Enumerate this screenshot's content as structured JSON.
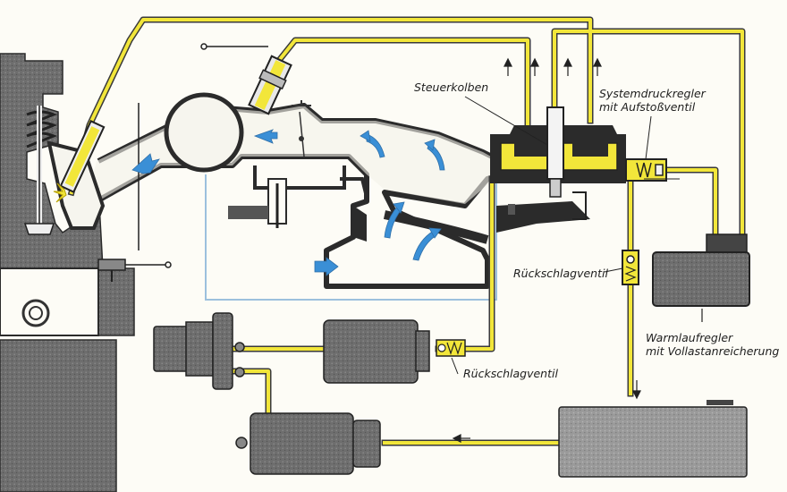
{
  "labels": {
    "steuerkolben": "Steuerkolben",
    "systemdruckregler": "Systemdruckregler",
    "aufstossventil": "mit Aufstoßventil",
    "rueckschlagventil_upper": "Rückschlagventil",
    "rueckschlagventil_lower": "Rückschlagventil",
    "warmlaufregler": "Warmlaufregler",
    "vollastanreicherung": "mit Vollastanreicherung"
  },
  "colors": {
    "fuel_line": "#f2e63a",
    "line_outline": "#3a3a3a",
    "component_gray": "#6f6f6f",
    "airflow_arrow": "#3a8fd6",
    "air_duct_outline": "#9cc0dd",
    "background": "#fdfcf6"
  },
  "icons": [
    "airflow-arrow-icon",
    "flow-direction-arrow-icon",
    "injection-spray-icon"
  ]
}
